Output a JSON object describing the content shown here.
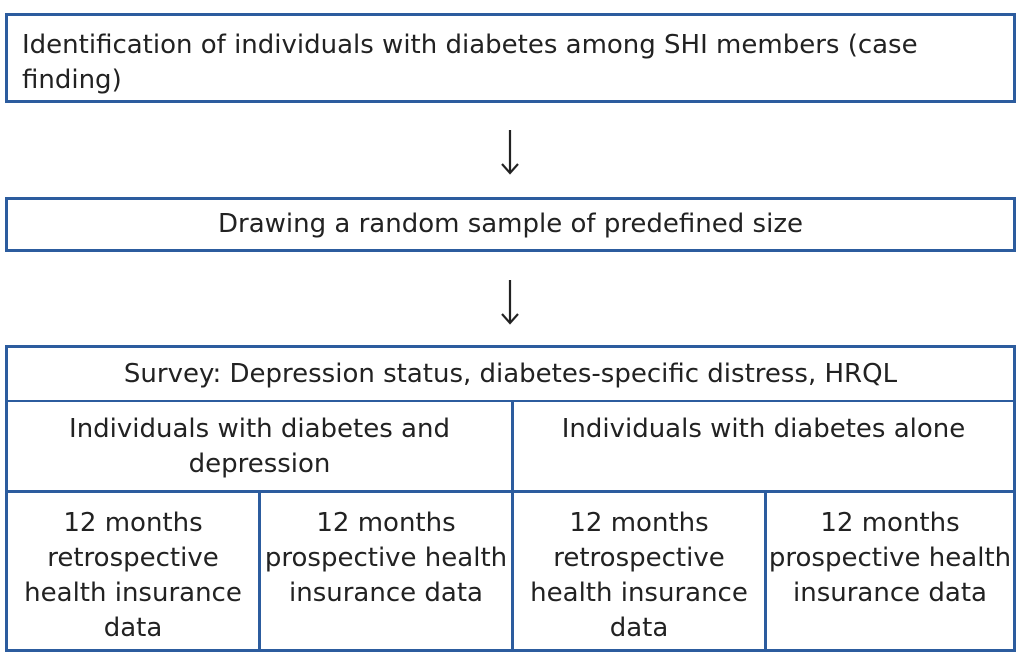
{
  "steps": {
    "case_finding": "Identification of individuals with diabetes among SHI members (case finding)",
    "sampling": "Drawing a random sample of predefined size"
  },
  "survey": {
    "title": "Survey: Depression status, diabetes-specific distress, HRQL"
  },
  "groups": [
    {
      "label": "Individuals with diabetes and depression",
      "cells": [
        "12 months retrospective health insurance data",
        "12 months prospective health insurance data"
      ]
    },
    {
      "label": "Individuals with diabetes alone",
      "cells": [
        "12 months retrospective health insurance data",
        "12 months prospective health insurance data"
      ]
    }
  ],
  "colors": {
    "border": "#2c5c9e",
    "text": "#222222",
    "arrow": "#222222"
  }
}
